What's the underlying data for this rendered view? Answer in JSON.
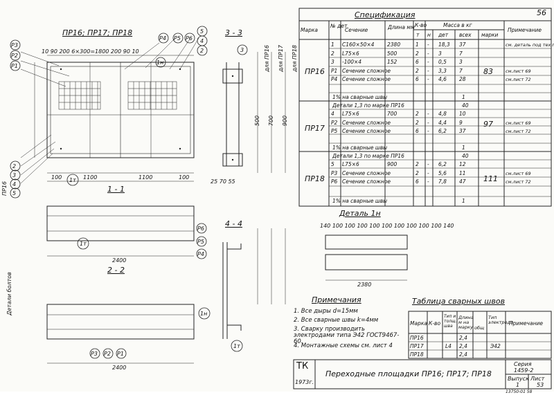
{
  "sheet_no": "56",
  "title_main": "ПР16; ПР17; ПР18",
  "spec": {
    "title": "Спецификация",
    "headers": [
      "Марка",
      "№ дет",
      "Сечение",
      "Длина мм",
      "К-во",
      "Масса в кг",
      "Примечание"
    ],
    "subheaders": [
      "т",
      "н",
      "дет",
      "всех",
      "марки"
    ],
    "rows_pr16": [
      [
        "1",
        "С160×50×4",
        "2380",
        "1",
        "-",
        "18,3",
        "37",
        "",
        "см. деталь под тех.правилом"
      ],
      [
        "2",
        "L75×6",
        "500",
        "2",
        "-",
        "3",
        "7",
        "",
        ""
      ],
      [
        "3",
        "-100×4",
        "152",
        "6",
        "-",
        "0,5",
        "3",
        "",
        ""
      ],
      [
        "Р1",
        "Сечение сложное",
        "",
        "2",
        "-",
        "3,3",
        "7",
        "",
        "см.лист 69"
      ],
      [
        "Р4",
        "Сечение сложное",
        "",
        "6",
        "-",
        "4,6",
        "28",
        "",
        "см.лист 72"
      ]
    ],
    "pr16_mark": "ПР16",
    "pr16_total": "83",
    "pr16_welds": "1% на сварные швы",
    "pr16_welds_mass": "1",
    "pr17_mark": "ПР17",
    "pr17_total": "97",
    "pr17_header": "Детали 1,3 по марке ПР16",
    "pr17_header_mass": "40",
    "rows_pr17": [
      [
        "4",
        "L75×6",
        "700",
        "2",
        "-",
        "4,8",
        "10",
        "",
        ""
      ],
      [
        "Р2",
        "Сечение сложное",
        "",
        "2",
        "-",
        "4,4",
        "9",
        "",
        "см.лист 69"
      ],
      [
        "Р5",
        "Сечение сложное",
        "",
        "6",
        "-",
        "6,2",
        "37",
        "",
        "см.лист 72"
      ]
    ],
    "pr17_welds": "1% на сварные швы",
    "pr17_welds_mass": "1",
    "pr18_mark": "ПР18",
    "pr18_total": "111",
    "pr18_header": "Детали 1,3 по марке ПР16",
    "pr18_header_mass": "40",
    "rows_pr18": [
      [
        "5",
        "L75×6",
        "900",
        "2",
        "-",
        "6,2",
        "12",
        "",
        ""
      ],
      [
        "Р3",
        "Сечение сложное",
        "",
        "2",
        "-",
        "5,6",
        "11",
        "",
        "см.лист 69"
      ],
      [
        "Р6",
        "Сечение сложное",
        "",
        "6",
        "-",
        "7,8",
        "47",
        "",
        "см.лист 72"
      ]
    ],
    "pr18_welds": "1% на сварные швы",
    "pr18_welds_mass": "1"
  },
  "labels": {
    "section_33": "3 - 3",
    "section_11": "1 - 1",
    "section_22": "2 - 2",
    "section_44": "4 - 4",
    "detail": "Деталь 1н",
    "notes_title": "Примечания",
    "welds_title": "Таблица сварных швов",
    "side_text": "Детали болтов",
    "side_num": "ПР16"
  },
  "dims": {
    "top_row": "10 90 200 6×300=1800 200 90 10",
    "d100": "100",
    "d1100": "1100",
    "d2400": "2400",
    "d2380": "2380",
    "sec33": [
      "для ПР16",
      "для ПР17",
      "для ПР18"
    ],
    "v500": "500",
    "v700": "700",
    "v900": "900",
    "detail_row": "140 100 100 100 100 100 100 100 100 100 140",
    "d2570": "25 70 55"
  },
  "callouts": [
    "Р3",
    "Р2",
    "Р1",
    "Р4",
    "Р5",
    "Р6",
    "3",
    "4",
    "5",
    "2",
    "1н",
    "1т"
  ],
  "notes": [
    "1. Все дыры d=15мм",
    "2. Все сварные швы k=4мм",
    "3. Сварку производить электродами типа Э42 ГОСТ9467-60.",
    "4. Монтажные схемы см. лист 4"
  ],
  "welds_table": {
    "headers": [
      "Марка",
      "К-во",
      "Тип и толщ. шва",
      "Длина м на марку",
      "общ",
      "Тип электрода",
      "Примечание"
    ],
    "rows": [
      [
        "ПР16",
        "",
        "",
        "2,4",
        "",
        "",
        ""
      ],
      [
        "ПР17",
        "",
        "",
        "2,4",
        "",
        "Э42",
        ""
      ],
      [
        "ПР18",
        "",
        "",
        "2,4",
        "",
        "",
        ""
      ]
    ],
    "weld_symbol": "L4"
  },
  "title_block": {
    "org": "ТК",
    "year": "1973г.",
    "title": "Переходные площадки ПР16; ПР17; ПР18",
    "series_label": "Серия",
    "series": "1459-2",
    "issue_label": "Выпуск",
    "issue": "1",
    "sheet_label": "Лист",
    "sheet": "53",
    "footer": "13750-01 58"
  }
}
